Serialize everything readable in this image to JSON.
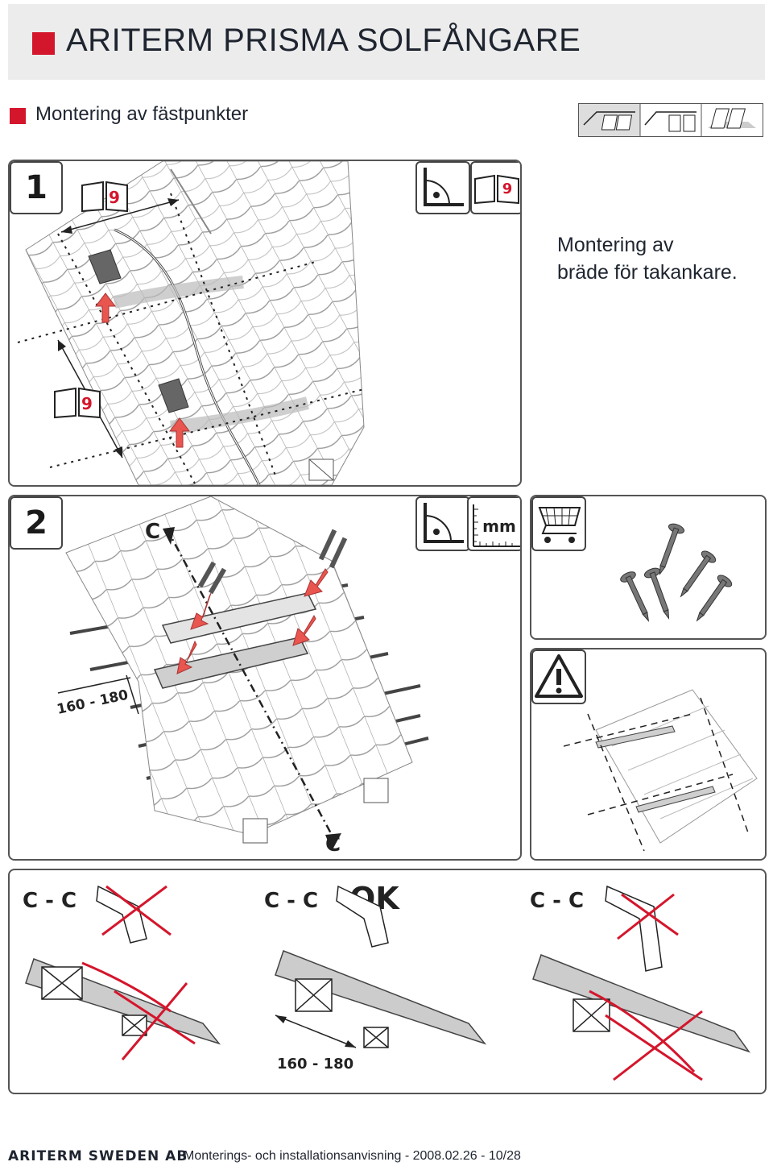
{
  "header": {
    "title": "ARITERM PRISMA SOLFÅNGARE"
  },
  "section": {
    "title": "Montering av fästpunkter"
  },
  "steps": [
    {
      "number": "1",
      "page_ref": "9",
      "caption_lines": [
        "Montering av",
        "bräde för takankare."
      ]
    },
    {
      "number": "2",
      "unit": "mm",
      "dimension": "160 - 180",
      "section_label": "C"
    }
  ],
  "cross_sections": {
    "label": "C - C",
    "ok_label": "OK",
    "dimension": "160 - 180"
  },
  "icons": [
    "roof-variant-icon",
    "book-icon",
    "angle-icon",
    "ruler-icon",
    "cart-icon",
    "warning-icon",
    "screw-icon"
  ],
  "colors": {
    "accent": "#d4162c",
    "header_bg": "#ececec",
    "arrow": "#e8564f"
  },
  "footer": {
    "brand": "ARITERM SWEDEN AB",
    "doc": "Monterings- och installationsanvisning - 2008.02.26 - 10/28"
  }
}
